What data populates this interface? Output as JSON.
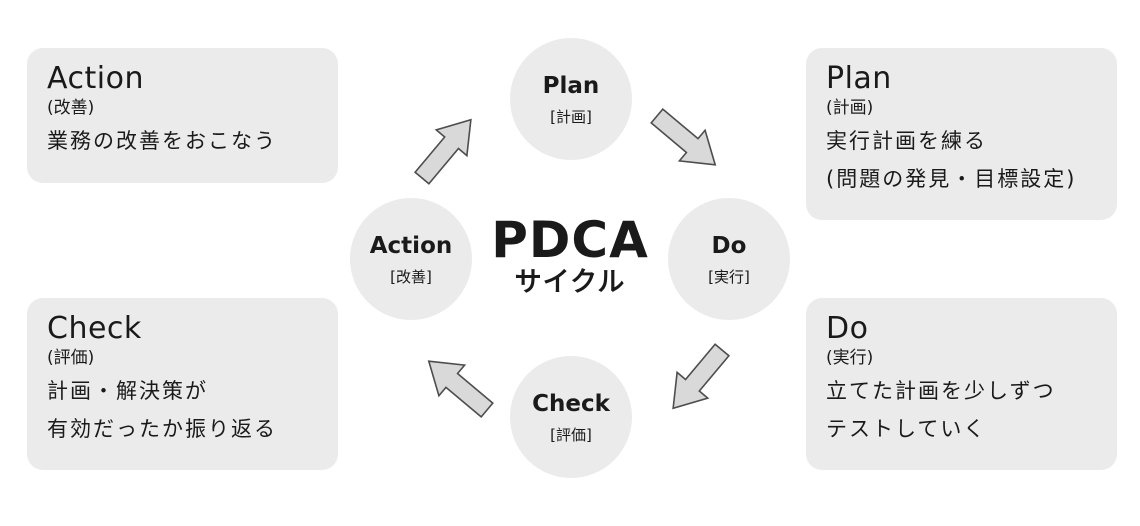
{
  "center": {
    "title": "PDCA",
    "subtitle": "サイクル"
  },
  "circles": {
    "plan": {
      "title": "Plan",
      "sub": "[計画]"
    },
    "do": {
      "title": "Do",
      "sub": "[実行]"
    },
    "check": {
      "title": "Check",
      "sub": "[評価]"
    },
    "action": {
      "title": "Action",
      "sub": "[改善]"
    }
  },
  "cards": {
    "action": {
      "title": "Action",
      "sub": "(改善)",
      "lines": [
        "業務の改善をおこなう"
      ]
    },
    "plan": {
      "title": "Plan",
      "sub": "(計画)",
      "lines": [
        "実行計画を練る",
        "(問題の発見・目標設定)"
      ]
    },
    "check": {
      "title": "Check",
      "sub": "(評価)",
      "lines": [
        "計画・解決策が",
        "有効だったか振り返る"
      ]
    },
    "do": {
      "title": "Do",
      "sub": "(実行)",
      "lines": [
        "立てた計画を少しずつ",
        "テストしていく"
      ]
    }
  },
  "colors": {
    "card_bg": "#ebebeb",
    "arrow_fill": "#d9d9d9",
    "arrow_stroke": "#4d4d4d",
    "text": "#1a1a1a"
  }
}
